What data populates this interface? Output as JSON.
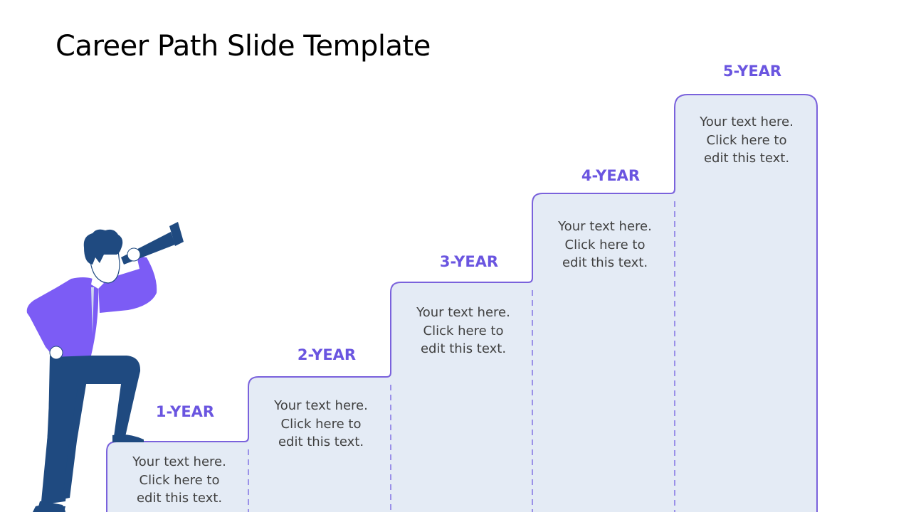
{
  "slide": {
    "title": "Career Path Slide Template",
    "colors": {
      "accent": "#6a55e0",
      "step_fill": "#e4ebf5",
      "step_border": "#7a62dc",
      "body_text": "#404040",
      "figure_navy": "#1f4a80",
      "figure_shirt": "#7c5cf5"
    }
  },
  "steps": [
    {
      "label": "1-YEAR",
      "lines": [
        "Your text here.",
        "Click here to",
        "edit this text."
      ]
    },
    {
      "label": "2-YEAR",
      "lines": [
        "Your text here.",
        "Click here to",
        "edit this text."
      ]
    },
    {
      "label": "3-YEAR",
      "lines": [
        "Your text here.",
        "Click here to",
        "edit this text."
      ]
    },
    {
      "label": "4-YEAR",
      "lines": [
        "Your text here.",
        "Click here to",
        "edit this text."
      ]
    },
    {
      "label": "5-YEAR",
      "lines": [
        "Your text here.",
        "Click here to",
        "edit this text."
      ]
    }
  ],
  "illustration": {
    "icon": "man-with-telescope-icon"
  }
}
